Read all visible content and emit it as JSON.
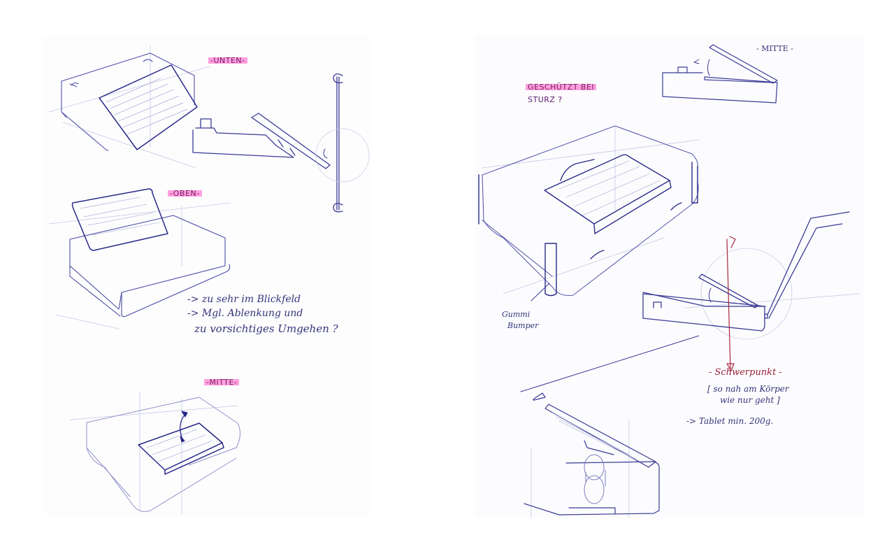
{
  "colors": {
    "ink_blue": "#3c3c9a",
    "ink_light": "#b4b8dc",
    "highlighter_pink": "#ff6ecd",
    "ink_red": "#a8243c",
    "paper": "#fdfdfe"
  },
  "left_sheet": {
    "labels": {
      "unten": "-UNTEN-",
      "oben": "-OBEN-",
      "mitte": "-MITTE-"
    },
    "notes": {
      "line1": "-> zu sehr im Blickfeld",
      "line2": "-> Mgl. Ablenkung und",
      "line3": "zu vorsichtiges Umgehen ?"
    },
    "sketches": [
      "box-with-tablet-tilted-bottom",
      "side-view-tablet-arm-with-steering-column",
      "box-with-tablet-on-top",
      "box-with-tablet-in-middle-recess"
    ]
  },
  "right_sheet": {
    "labels": {
      "geschuetzt": "GESCHÜTZT BEI",
      "sturz": "STURZ ?",
      "mitte": "- MITTE -"
    },
    "notes": {
      "gummi": "Gummi",
      "bumper": "Bumper",
      "schwerpunkt": "- Schwerpunkt -",
      "koerper1": "[ so nah am Körper",
      "koerper2": "wie nur geht ]",
      "tablet": "-> Tablet min. 200g."
    },
    "sketches": [
      "side-view-tablet-hinged-middle",
      "perspective-box-with-recessed-tablet-and-bumpers",
      "side-view-with-center-of-gravity-axis",
      "perspective-tablet-on-mount"
    ]
  }
}
